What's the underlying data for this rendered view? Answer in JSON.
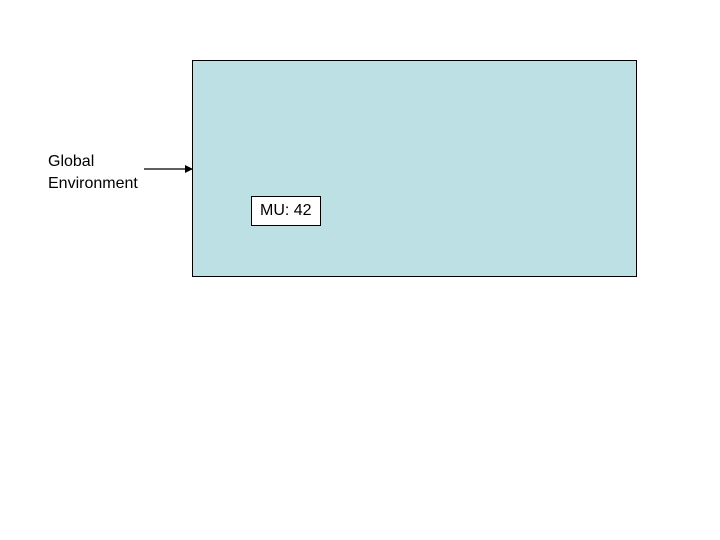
{
  "diagram": {
    "source_label": {
      "line1": "Global",
      "line2": "Environment"
    },
    "container": {
      "fill": "#BCE0E3"
    },
    "unit_box": {
      "text": "MU: 42"
    }
  }
}
